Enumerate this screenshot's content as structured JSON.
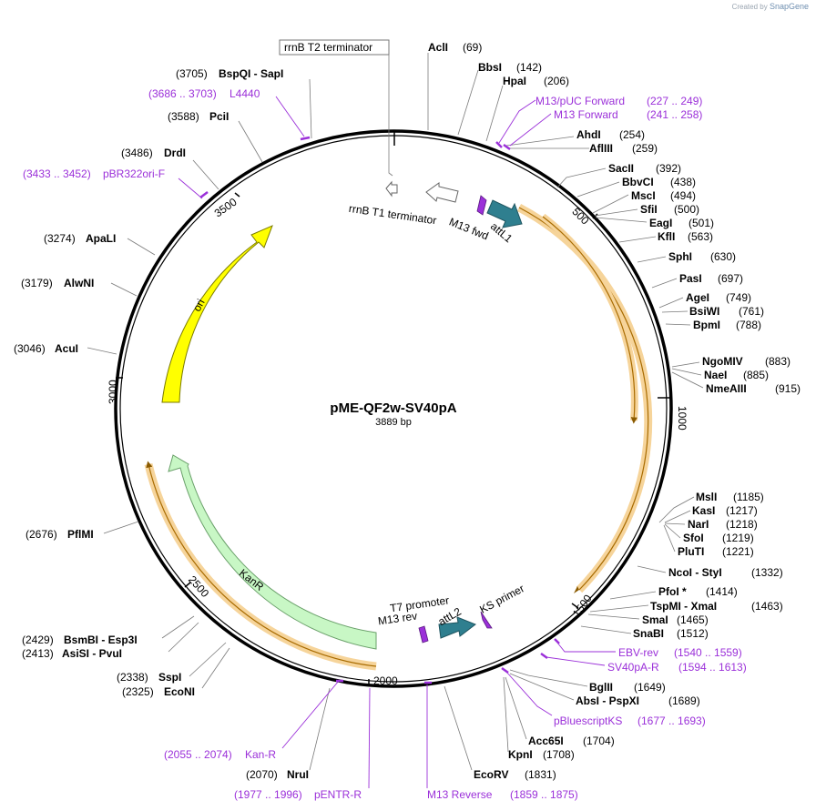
{
  "brand": {
    "created_by": "Created by",
    "name": "SnapGene"
  },
  "plasmid": {
    "name": "pME-QF2w-SV40pA",
    "length": "3889 bp"
  },
  "ticks": [
    "500",
    "1000",
    "1500",
    "2000",
    "2500",
    "3000",
    "3500"
  ],
  "enzymes": [
    {
      "name": "AclI",
      "pos": "(69)"
    },
    {
      "name": "BbsI",
      "pos": "(142)"
    },
    {
      "name": "HpaI",
      "pos": "(206)"
    },
    {
      "name": "AhdI",
      "pos": "(254)"
    },
    {
      "name": "AflIII",
      "pos": "(259)"
    },
    {
      "name": "SacII",
      "pos": "(392)"
    },
    {
      "name": "BbvCI",
      "pos": "(438)"
    },
    {
      "name": "MscI",
      "pos": "(494)"
    },
    {
      "name": "SfiI",
      "pos": "(500)"
    },
    {
      "name": "EagI",
      "pos": "(501)"
    },
    {
      "name": "KflI",
      "pos": "(563)"
    },
    {
      "name": "SphI",
      "pos": "(630)"
    },
    {
      "name": "PasI",
      "pos": "(697)"
    },
    {
      "name": "AgeI",
      "pos": "(749)"
    },
    {
      "name": "BsiWI",
      "pos": "(761)"
    },
    {
      "name": "BpmI",
      "pos": "(788)"
    },
    {
      "name": "NgoMIV",
      "pos": "(883)"
    },
    {
      "name": "NaeI",
      "pos": "(885)"
    },
    {
      "name": "NmeAIII",
      "pos": "(915)"
    },
    {
      "name": "MslI",
      "pos": "(1185)"
    },
    {
      "name": "KasI",
      "pos": "(1217)"
    },
    {
      "name": "NarI",
      "pos": "(1218)"
    },
    {
      "name": "SfoI",
      "pos": "(1219)"
    },
    {
      "name": "PluTI",
      "pos": "(1221)"
    },
    {
      "name": "NcoI - StyI",
      "pos": "(1332)"
    },
    {
      "name": "PfoI *",
      "pos": "(1414)"
    },
    {
      "name": "TspMI - XmaI",
      "pos": "(1463)"
    },
    {
      "name": "SmaI",
      "pos": "(1465)"
    },
    {
      "name": "SnaBI",
      "pos": "(1512)"
    },
    {
      "name": "BglII",
      "pos": "(1649)"
    },
    {
      "name": "AbsI - PspXI",
      "pos": "(1689)"
    },
    {
      "name": "Acc65I",
      "pos": "(1704)"
    },
    {
      "name": "KpnI",
      "pos": "(1708)"
    },
    {
      "name": "EcoRV",
      "pos": "(1831)"
    },
    {
      "name": "NruI",
      "pos": "(2070)"
    },
    {
      "name": "EcoNI",
      "pos": "(2325)"
    },
    {
      "name": "SspI",
      "pos": "(2338)"
    },
    {
      "name": "AsiSI - PvuI",
      "pos": "(2413)"
    },
    {
      "name": "BsmBI - Esp3I",
      "pos": "(2429)"
    },
    {
      "name": "PflMI",
      "pos": "(2676)"
    },
    {
      "name": "AcuI",
      "pos": "(3046)"
    },
    {
      "name": "AlwNI",
      "pos": "(3179)"
    },
    {
      "name": "ApaLI",
      "pos": "(3274)"
    },
    {
      "name": "DrdI",
      "pos": "(3486)"
    },
    {
      "name": "PciI",
      "pos": "(3588)"
    },
    {
      "name": "BspQI - SapI",
      "pos": "(3705)"
    }
  ],
  "primers": [
    {
      "name": "M13/pUC Forward",
      "pos": "(227 .. 249)"
    },
    {
      "name": "M13 Forward",
      "pos": "(241 .. 258)"
    },
    {
      "name": "EBV-rev",
      "pos": "(1540 .. 1559)"
    },
    {
      "name": "SV40pA-R",
      "pos": "(1594 .. 1613)"
    },
    {
      "name": "pBluescriptKS",
      "pos": "(1677 .. 1693)"
    },
    {
      "name": "M13 Reverse",
      "pos": "(1859 .. 1875)"
    },
    {
      "name": "pENTR-R",
      "pos": "(1977 .. 1996)"
    },
    {
      "name": "Kan-R",
      "pos": "(2055 .. 2074)"
    },
    {
      "name": "pBR322ori-F",
      "pos": "(3433 .. 3452)"
    },
    {
      "name": "L4440",
      "pos": "(3686 .. 3703)"
    }
  ],
  "features": {
    "rrnB_t2": "rrnB T2 terminator",
    "rrnB_t1": "rrnB T1 terminator",
    "m13_fwd": "M13 fwd",
    "attL1": "attL1",
    "t7_promoter": "T7 promoter",
    "m13_rev": "M13 rev",
    "attL2": "attL2",
    "ks_primer": "KS primer",
    "ori": "ori",
    "kanr": "KanR"
  },
  "colors": {
    "primer": "#9b30d9",
    "ori": "#ffff00",
    "kanr": "#c8f7c5",
    "att": "#2f7f8f",
    "orf": "#f2b15a",
    "backbone": "#000000"
  }
}
